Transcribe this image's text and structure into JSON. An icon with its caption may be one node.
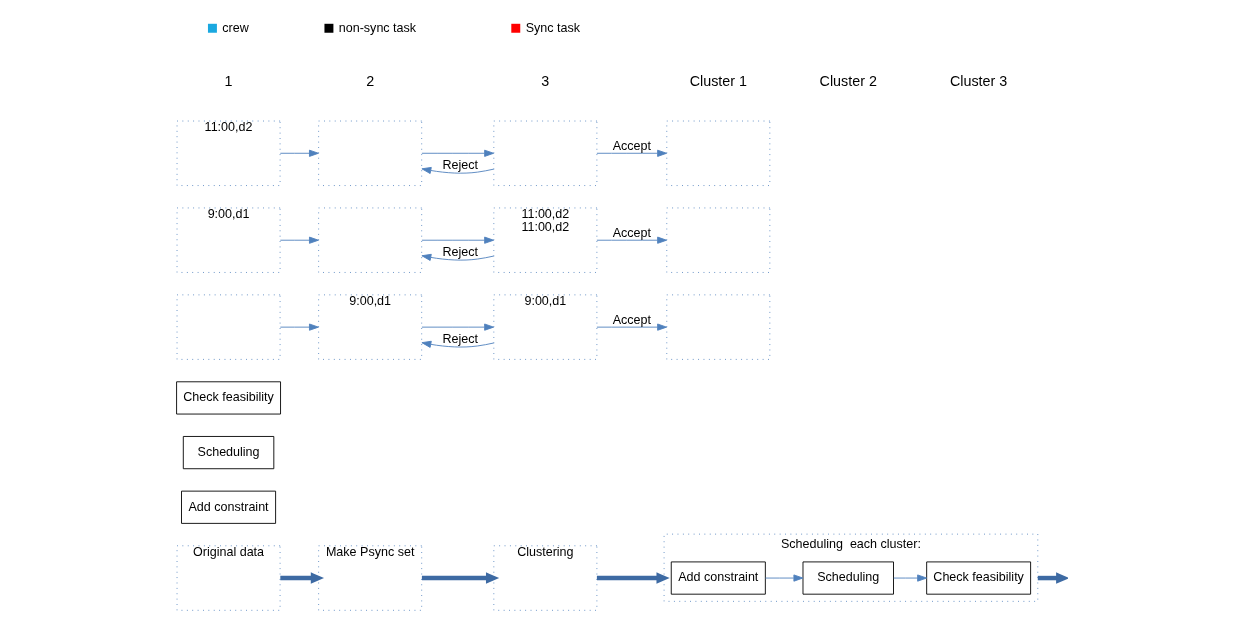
{
  "diagram": {
    "nodes": [
      {
        "text": [
          "Original data"
        ]
      },
      {
        "text": [
          "Make Psync set"
        ]
      },
      {
        "text": [
          "Clustering"
        ]
      },
      {
        "text": [
          "Scheduling  each cluster:"
        ]
      },
      {
        "text": [
          "Add constraint"
        ],
        "in": 3
      },
      {
        "text": [
          "Scheduling"
        ],
        "in": 3
      },
      {
        "text": [
          "Check feasibility"
        ],
        "in": 3
      },
      {
        "text": [
          "Add constraint"
        ]
      },
      {
        "text": [
          "Scheduling"
        ]
      },
      {
        "text": [
          "Check feasibility"
        ]
      },
      {
        "text": [],
        "shape": "box"
      },
      {
        "text": [
          "9:00,d1"
        ]
      },
      {
        "text": [
          "9:00,d1"
        ]
      },
      {
        "text": [],
        "shape": "box"
      },
      {
        "text": [
          "9:00,d1"
        ]
      },
      {
        "text": [],
        "shape": "box"
      },
      {
        "text": [
          "11:00,d2",
          "11:00,d2"
        ]
      },
      {
        "text": [],
        "shape": "box"
      },
      {
        "text": [
          "11:00,d2"
        ]
      },
      {
        "text": [],
        "shape": "box"
      },
      {
        "text": [],
        "shape": "box"
      },
      {
        "text": [],
        "shape": "box"
      }
    ],
    "edges": [
      {
        "from": 0,
        "to": 1,
        "arrow": "to",
        "style": "thick"
      },
      {
        "from": 1,
        "to": 2,
        "arrow": "to",
        "style": "thick"
      },
      {
        "from": 2,
        "to": 3,
        "arrow": "to",
        "style": "thick"
      },
      {
        "from": 4,
        "to": 5,
        "arrow": "to"
      },
      {
        "from": 5,
        "to": 6,
        "arrow": "to"
      },
      {
        "from": 3,
        "to": null,
        "arrow": "to",
        "style": "thick"
      },
      {
        "from": 10,
        "to": 11,
        "arrow": "to"
      },
      {
        "from": 11,
        "to": 12,
        "arrow": "to"
      },
      {
        "from": 12,
        "to": 13,
        "arrow": "to",
        "label": "Accept"
      },
      {
        "from": 12,
        "to": 11,
        "arrow": "to",
        "label": "Reject"
      },
      {
        "from": 14,
        "to": 15,
        "arrow": "to"
      },
      {
        "from": 15,
        "to": 16,
        "arrow": "to"
      },
      {
        "from": 16,
        "to": 17,
        "arrow": "to",
        "label": "Accept"
      },
      {
        "from": 16,
        "to": 15,
        "arrow": "to",
        "label": "Reject"
      },
      {
        "from": 18,
        "to": 19,
        "arrow": "to"
      },
      {
        "from": 19,
        "to": 20,
        "arrow": "to"
      },
      {
        "from": 20,
        "to": 21,
        "arrow": "to",
        "label": "Accept"
      },
      {
        "from": 20,
        "to": 19,
        "arrow": "to",
        "label": "Reject"
      }
    ],
    "labels": [
      "1",
      "2",
      "3",
      "Cluster 1",
      "Cluster 2",
      "Cluster 3"
    ],
    "legend": [
      {
        "text": "crew",
        "color": "#1aa8e0"
      },
      {
        "text": "non-sync task",
        "color": "#000000"
      },
      {
        "text": "Sync task",
        "color": "#ff0000"
      }
    ]
  }
}
